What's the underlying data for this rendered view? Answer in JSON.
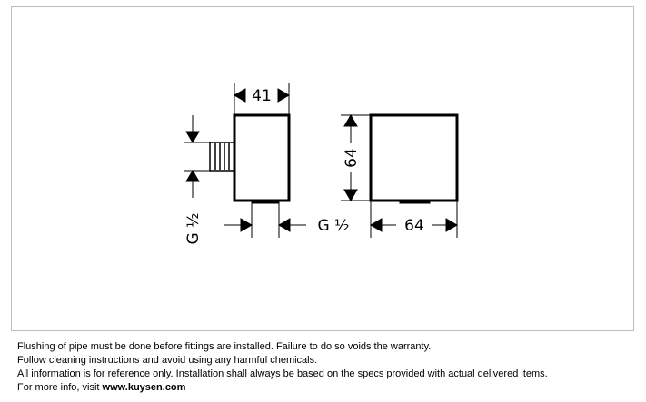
{
  "drawing": {
    "side_view": {
      "width_label": "41",
      "thread_label": "G ½"
    },
    "front_view": {
      "height_label": "64",
      "width_label": "64"
    },
    "bottom_thread_label": "G ½"
  },
  "notes": {
    "line1": "Flushing of pipe must be done before fittings are installed. Failure to do so voids the warranty.",
    "line2": "Follow cleaning instructions and avoid using any harmful chemicals.",
    "line3": "All information is for reference only. Installation shall always be based on the specs provided with actual delivered items.",
    "line4_prefix": "For more info, visit ",
    "link": "www.kuysen.com"
  }
}
